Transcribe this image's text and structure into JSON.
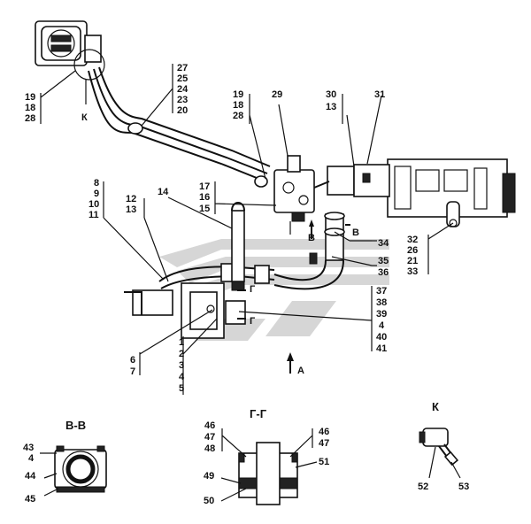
{
  "labels": {
    "l19a": "19",
    "l18a": "18",
    "l28a": "28",
    "lK1": "К",
    "l27": "27",
    "l25": "25",
    "l24": "24",
    "l23": "23",
    "l20": "20",
    "l19b": "19",
    "l18b": "18",
    "l28b": "28",
    "l29": "29",
    "l30": "30",
    "l13a": "13",
    "l31": "31",
    "l8": "8",
    "l9": "9",
    "l10": "10",
    "l11": "11",
    "l12": "12",
    "l13b": "13",
    "l14": "14",
    "l17": "17",
    "l16": "16",
    "l15": "15",
    "lB1": "В",
    "lB2": "В",
    "l34": "34",
    "l35": "35",
    "l36": "36",
    "l32": "32",
    "l26": "26",
    "l21": "21",
    "l33": "33",
    "l37": "37",
    "l38": "38",
    "l39": "39",
    "l4a": "4",
    "l40": "40",
    "l41": "41",
    "lG1": "Г",
    "lG2": "Г",
    "l1": "1",
    "l2": "2",
    "l3": "3",
    "l4b": "4",
    "l5": "5",
    "l6": "6",
    "l7": "7",
    "lA": "А"
  },
  "sections": {
    "vv": {
      "title": "В-В",
      "labels": {
        "a": "43",
        "b": "4",
        "c": "44",
        "d": "45"
      }
    },
    "gg": {
      "title": "Г-Г",
      "labels": {
        "a": "46",
        "b": "47",
        "c": "48",
        "d": "46",
        "e": "47",
        "f": "51",
        "g": "49",
        "h": "50"
      }
    },
    "k": {
      "title": "К",
      "labels": {
        "a": "52",
        "b": "53"
      }
    }
  }
}
